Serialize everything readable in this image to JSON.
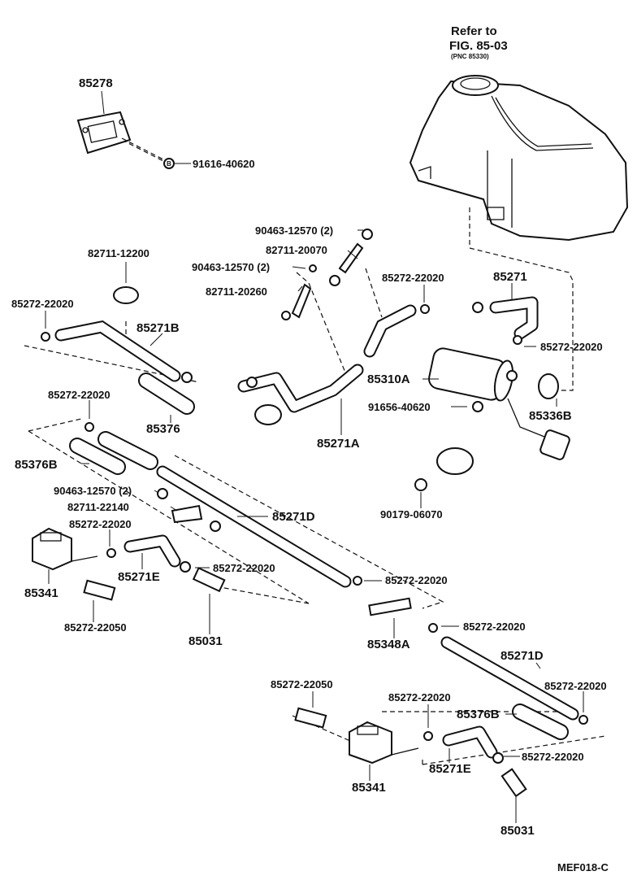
{
  "refer": {
    "line1": "Refer to",
    "line2": "FIG. 85-03",
    "line3": "(PNC 85330)"
  },
  "labels": {
    "p85278": "85278",
    "p91616_40620": "91616-40620",
    "p90463_a": "90463-12570 (2)",
    "p82711_20070": "82711-20070",
    "p90463_b": "90463-12570 (2)",
    "p82711_20260": "82711-20260",
    "p82711_12200": "82711-12200",
    "p85272_top_left": "85272-22020",
    "p85271B": "85271B",
    "p85272_mid": "85272-22020",
    "p85271": "85271",
    "p85272_right": "85272-22020",
    "p85310A": "85310A",
    "p91656_40620": "91656-40620",
    "p85336B": "85336B",
    "p85271A": "85271A",
    "p85272_left2": "85272-22020",
    "p85376": "85376",
    "p85376B": "85376B",
    "p90463_c": "90463-12570 (2)",
    "p82711_22140": "82711-22140",
    "p85271D": "85271D",
    "p90179_06070": "90179-06070",
    "p85272_left3": "85272-22020",
    "p85341": "85341",
    "p85271E": "85271E",
    "p85272_c1": "85272-22020",
    "p85272_c2": "85272-22020",
    "p85272_22050": "85272-22050",
    "p85031": "85031",
    "p85348A": "85348A",
    "p85272_c3": "85272-22020",
    "p85271D_2": "85271D",
    "p85272_22050_2": "85272-22050",
    "p85272_b1": "85272-22020",
    "p85272_b2": "85272-22020",
    "p85376B_2": "85376B",
    "p85341_2": "85341",
    "p85271E_2": "85271E",
    "p85272_b3": "85272-22020",
    "p85031_2": "85031",
    "bolt_mark": "B",
    "code": "MEF018-C"
  }
}
